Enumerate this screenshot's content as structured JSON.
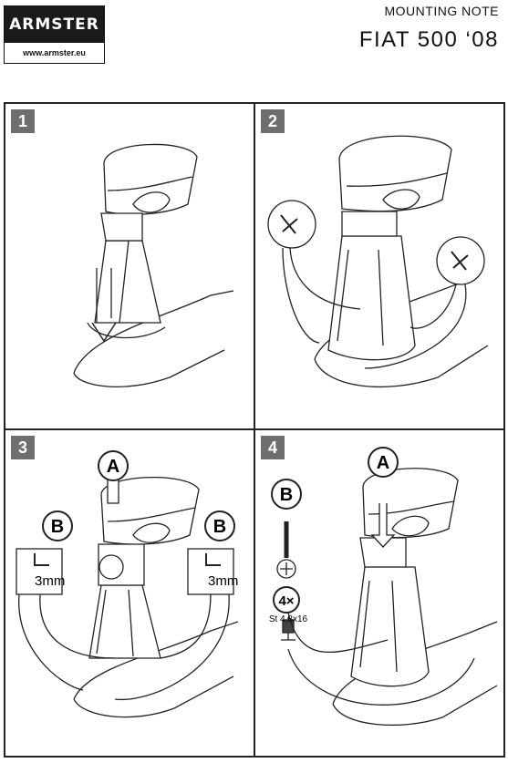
{
  "header": {
    "brand": "ARMSTER",
    "website": "www.armster.eu",
    "note": "MOUNTING NOTE",
    "model": "FIAT 500 ‘08"
  },
  "steps": [
    {
      "number": "1"
    },
    {
      "number": "2"
    },
    {
      "number": "3",
      "top_label": "A",
      "side_label": "B",
      "dim": "3mm"
    },
    {
      "number": "4",
      "top_label": "A",
      "side_label": "B",
      "count": "4×",
      "screw_spec": "St 4,8x16"
    }
  ]
}
